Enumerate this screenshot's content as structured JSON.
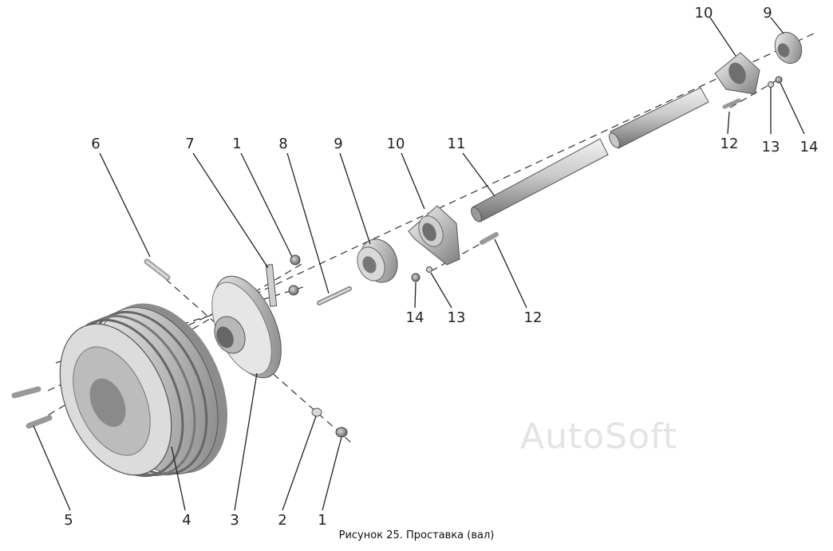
{
  "figure": {
    "caption": "Рисунок 25. Проставка (вал)",
    "watermark": "AutoSoft"
  },
  "callouts": {
    "c6": "6",
    "c7": "7",
    "c1_top": "1",
    "c8": "8",
    "c9_mid": "9",
    "c10_mid": "10",
    "c11": "11",
    "c10_top": "10",
    "c9_top": "9",
    "c12_top": "12",
    "c13_top": "13",
    "c14_top": "14",
    "c14_mid": "14",
    "c13_mid": "13",
    "c12_mid": "12",
    "c5": "5",
    "c4": "4",
    "c3": "3",
    "c2": "2",
    "c1_bottom": "1"
  }
}
